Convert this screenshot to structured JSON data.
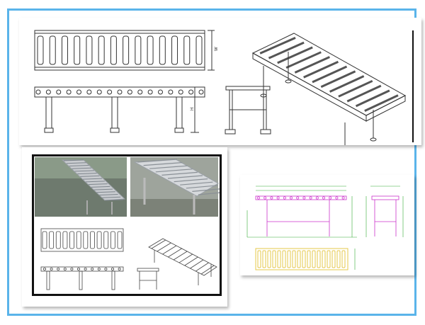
{
  "figure": {
    "top_panel": {
      "width_dim_label": "W",
      "height_dim_label": "H",
      "roller_count": 14
    },
    "bottom_left_panel": {
      "roller_count_top": 12,
      "roller_count_photo1": 16,
      "roller_count_photo2": 11
    },
    "bottom_right_panel": {
      "roller_count_top": 14,
      "roller_count_plan": 18
    },
    "colors": {
      "frame_border": "#5ab4ea",
      "drawing_line": "#333333",
      "cad_magenta": "#cc33cc",
      "cad_green": "#33aa33",
      "cad_yellow": "#e6c84a"
    }
  }
}
